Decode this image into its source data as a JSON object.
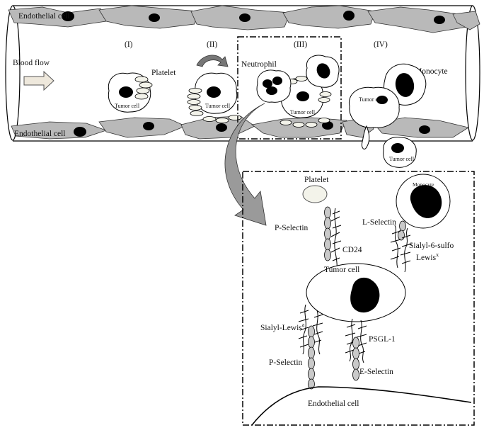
{
  "vessel": {
    "endothelial_top": "Endothelial cell",
    "endothelial_bottom": "Endothelial cell",
    "blood_flow": "Blood flow",
    "stage_1": "(I)",
    "stage_2": "(II)",
    "stage_3": "(III)",
    "stage_4": "(IV)",
    "platelet": "Platelet",
    "neutrophil": "Neutrophil",
    "monocyte": "Monocyte",
    "tumor_cell": "Tumor cell"
  },
  "detail": {
    "platelet": "Platelet",
    "monocyte": "Monocyte",
    "p_selectin_top": "P-Selectin",
    "cd24": "CD24",
    "l_selectin": "L-Selectin",
    "sialyl6_line1": "Sialyl-6-sulfo",
    "sialyl6_line2": "Lewis",
    "sialyl6_sup": "x",
    "tumor_cell": "Tumor cell",
    "sialyl_lewis": "Sialyl-Lewis",
    "sialyl_lewis_sup": "a",
    "psgl1": "PSGL-1",
    "p_selectin_bottom": "P-Selectin",
    "e_selectin": "E-Selectin",
    "endothelial": "Endothelial cell"
  },
  "colors": {
    "endothelium": "#b9b9b9",
    "nucleus": "#000000",
    "platelet": "#f3f3ea"
  }
}
